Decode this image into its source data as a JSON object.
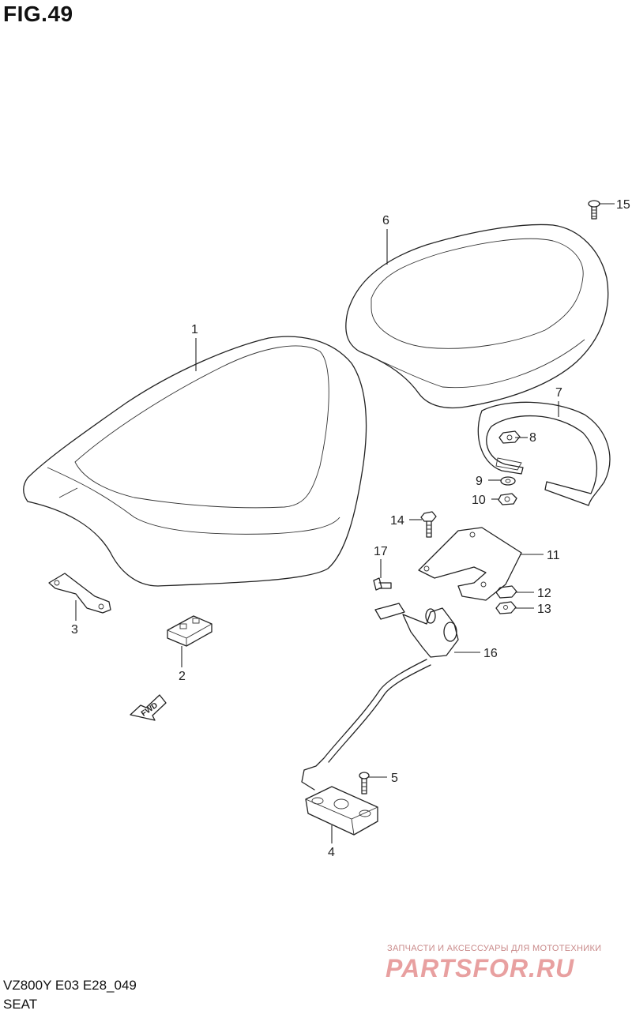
{
  "figure": {
    "title": "FIG.49",
    "model_code": "VZ800Y E03 E28_049",
    "caption": "SEAT"
  },
  "parts": [
    {
      "id": "1",
      "label": "1"
    },
    {
      "id": "2",
      "label": "2"
    },
    {
      "id": "3",
      "label": "3"
    },
    {
      "id": "4",
      "label": "4"
    },
    {
      "id": "5",
      "label": "5"
    },
    {
      "id": "6",
      "label": "6"
    },
    {
      "id": "7",
      "label": "7"
    },
    {
      "id": "8",
      "label": "8"
    },
    {
      "id": "9",
      "label": "9"
    },
    {
      "id": "10",
      "label": "10"
    },
    {
      "id": "11",
      "label": "11"
    },
    {
      "id": "12",
      "label": "12"
    },
    {
      "id": "13",
      "label": "13"
    },
    {
      "id": "14",
      "label": "14"
    },
    {
      "id": "15",
      "label": "15"
    },
    {
      "id": "16",
      "label": "16"
    },
    {
      "id": "17",
      "label": "17"
    }
  ],
  "direction_marker": "FWD",
  "watermark": {
    "tagline": "ЗАПЧАСТИ И АКСЕССУАРЫ ДЛЯ МОТОТЕХНИКИ",
    "logo": "PARTSFOR.RU"
  }
}
